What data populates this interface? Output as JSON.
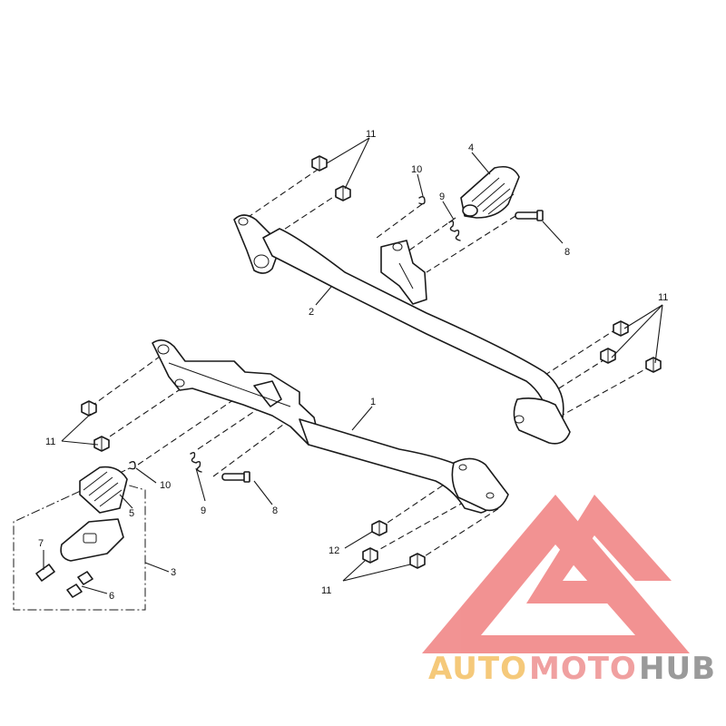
{
  "callouts": {
    "c1": "1",
    "c2": "2",
    "c3": "3",
    "c4": "4",
    "c5": "5",
    "c6": "6",
    "c7": "7",
    "c8a": "8",
    "c8b": "8",
    "c9a": "9",
    "c9b": "9",
    "c10a": "10",
    "c10b": "10",
    "c11a": "11",
    "c11b": "11",
    "c11c": "11",
    "c11d": "11",
    "c12": "12"
  },
  "watermark": {
    "part1": "AUTO",
    "part2": "MOTO",
    "part3": "HUB",
    "colors": {
      "auto": "#f5c97a",
      "moto": "#f0a0a0",
      "hub": "#9a9a9a",
      "logo": "#f08080"
    }
  },
  "colors": {
    "line": "#1a1a1a",
    "background": "#ffffff"
  }
}
